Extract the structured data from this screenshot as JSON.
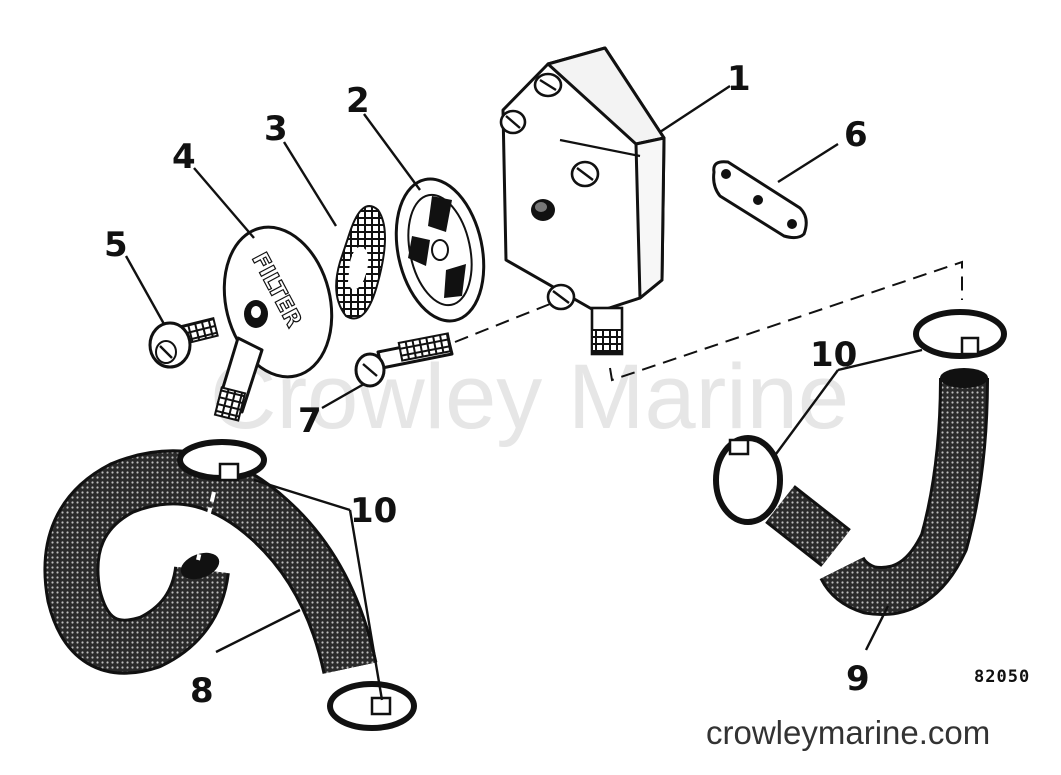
{
  "watermark": "Crowley Marine",
  "footer_url": "crowleymarine.com",
  "drawing_number": "82050",
  "filter_cover_text": "FILTER",
  "callouts": [
    {
      "id": "1",
      "label": "1"
    },
    {
      "id": "2",
      "label": "2"
    },
    {
      "id": "3",
      "label": "3"
    },
    {
      "id": "4",
      "label": "4"
    },
    {
      "id": "5",
      "label": "5"
    },
    {
      "id": "6",
      "label": "6"
    },
    {
      "id": "7",
      "label": "7"
    },
    {
      "id": "8",
      "label": "8"
    },
    {
      "id": "9",
      "label": "9"
    },
    {
      "id": "10a",
      "label": "10"
    },
    {
      "id": "10b",
      "label": "10"
    }
  ],
  "colors": {
    "ink": "#111111",
    "watermark": "#e6e6e6",
    "footer": "#333333"
  }
}
